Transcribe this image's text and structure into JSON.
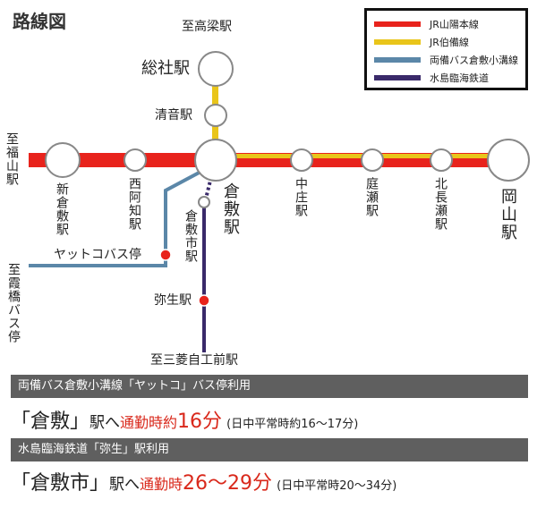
{
  "title": "路線図",
  "legend": [
    {
      "label": "JR山陽本線",
      "color": "#e8231c"
    },
    {
      "label": "JR伯備線",
      "color": "#e9c51a"
    },
    {
      "label": "両備バス倉敷小溝線",
      "color": "#5b87a8"
    },
    {
      "label": "水島臨海鉄道",
      "color": "#3a2a6a"
    }
  ],
  "stations": {
    "sosha": "総社駅",
    "kiyone": "清音駅",
    "shinkurashiki": "新倉敷駅",
    "nishiachi": "西阿知駅",
    "kurashiki": "倉敷駅",
    "kurashikishi": "倉敷市駅",
    "nakasho": "中庄駅",
    "niwase": "庭瀬駅",
    "kitanagase": "北長瀬駅",
    "okayama": "岡山駅",
    "yattoko": "ヤットコバス停",
    "yayoi": "弥生駅"
  },
  "directions": {
    "takahashi": "至高梁駅",
    "fukuyama": "至福山駅",
    "kasumibashi": "至霞橋バス停",
    "mitsubishi": "至三菱自工前駅"
  },
  "access": [
    {
      "heading": "両備バス倉敷小溝線「ヤットコ」バス停利用",
      "station": "「倉敷」",
      "suffix": "駅へ",
      "commute_label": "通勤時約",
      "commute_value": "16分",
      "note": "(日中平常時約16〜17分)"
    },
    {
      "heading": "水島臨海鉄道「弥生」駅利用",
      "station": "「倉敷市」",
      "suffix": "駅へ",
      "commute_label": "通勤時",
      "commute_value": "26〜29分",
      "note": "(日中平常時20〜34分)"
    }
  ]
}
